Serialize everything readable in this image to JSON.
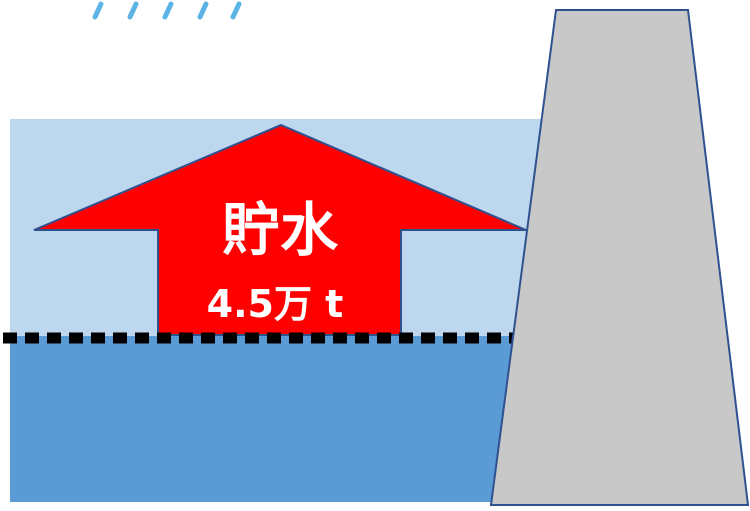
{
  "diagram": {
    "storage_label": "貯水",
    "storage_amount": "4.5万 t",
    "colors": {
      "sky_water": "#bdd7ee",
      "stored_water": "#5b9bd5",
      "arrow_fill": "#ff0000",
      "arrow_stroke": "#2f528f",
      "dam_fill": "#c8c8c8",
      "dam_stroke": "#2f528f",
      "rain": "#5bb4e5",
      "water_line": "#000000"
    },
    "icons": [
      "rain-drops",
      "up-arrow",
      "dam"
    ]
  }
}
